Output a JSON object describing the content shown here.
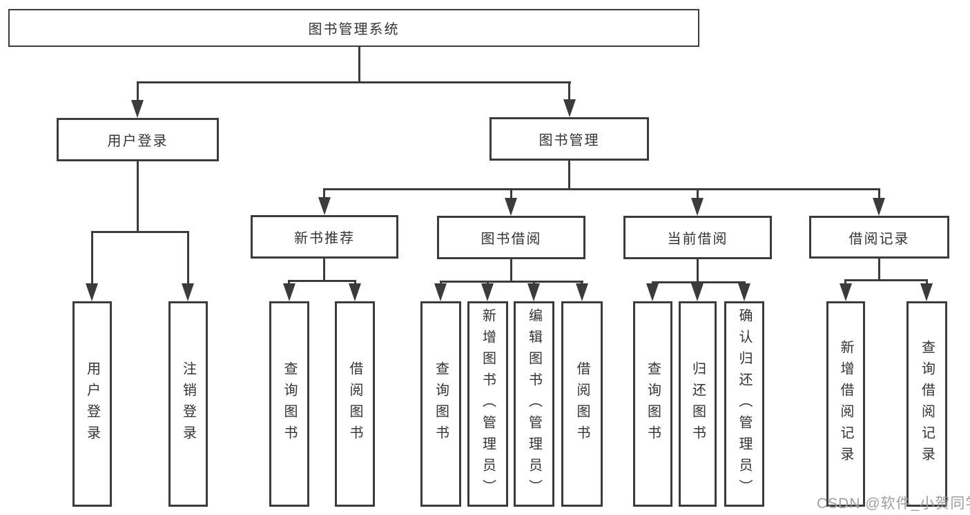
{
  "diagram": {
    "root": {
      "label": "图书管理系统"
    },
    "level2": {
      "user_login": {
        "label": "用户登录"
      },
      "book_mgmt": {
        "label": "图书管理"
      }
    },
    "level3": {
      "new_book": {
        "label": "新书推荐"
      },
      "book_borrow": {
        "label": "图书借阅"
      },
      "current_borrow": {
        "label": "当前借阅"
      },
      "borrow_record": {
        "label": "借阅记录"
      }
    },
    "leaves": {
      "user_login_1": {
        "label": "用户登录"
      },
      "user_login_2": {
        "label": "注销登录"
      },
      "new_book_1": {
        "label": "查询图书"
      },
      "new_book_2": {
        "label": "借阅图书"
      },
      "borrow_1": {
        "label": "查询图书"
      },
      "borrow_2": {
        "label": "新增图书（管理员）"
      },
      "borrow_3": {
        "label": "编辑图书（管理员）"
      },
      "borrow_4": {
        "label": "借阅图书"
      },
      "current_1": {
        "label": "查询图书"
      },
      "current_2": {
        "label": "归还图书"
      },
      "current_3": {
        "label": "确认归还（管理员）"
      },
      "record_1": {
        "label": "新增借阅记录"
      },
      "record_2": {
        "label": "查询借阅记录"
      }
    },
    "watermark": "CSDN @软件_小贺同学",
    "colors": {
      "line": "#3b3b3b",
      "text": "#333333",
      "watermark": "#9e9e9e",
      "background": "#ffffff"
    }
  }
}
